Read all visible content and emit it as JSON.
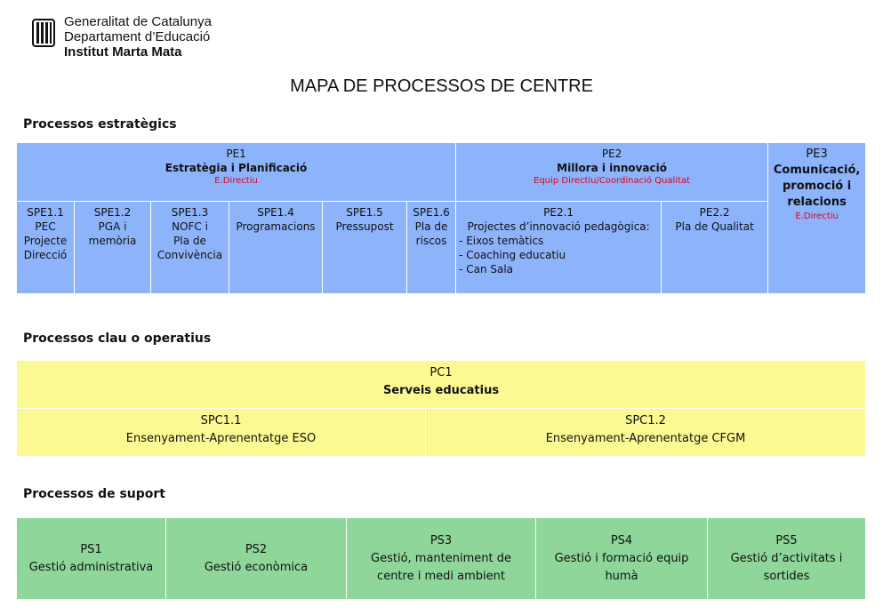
{
  "header": {
    "org_line1": "Generalitat de Catalunya",
    "org_line2": "Departament d’Educació",
    "org_line3": "Institut Marta Mata",
    "logo_icon": "generalitat-logo-icon"
  },
  "title": "MAPA DE PROCESSOS DE CENTRE",
  "colors": {
    "strategic": "#8db3fb",
    "key": "#fbfa92",
    "support": "#8ed69a",
    "responsible": "#e0001b"
  },
  "strategic": {
    "label": "Processos estratègics",
    "pe1": {
      "code": "PE1",
      "name": "Estratègia i Planificació",
      "owner": "E.Directiu"
    },
    "pe2": {
      "code": "PE2",
      "name": "Millora i innovació",
      "owner": "Equip Directiu/Coordinació Qualitat"
    },
    "pe3": {
      "code": "PE3",
      "name_line1": "Comunicació,",
      "name_line2": "promoció i",
      "name_line3": "relacions",
      "owner": "E.Directiu"
    },
    "spe1_1": {
      "code": "SPE1.1",
      "l1": "PEC",
      "l2": "Projecte",
      "l3": "Direcció"
    },
    "spe1_2": {
      "code": "SPE1.2",
      "l1": "PGA i",
      "l2": "memòria"
    },
    "spe1_3": {
      "code": "SPE1.3",
      "l1": "NOFC i",
      "l2": "Pla de",
      "l3": "Convivència"
    },
    "spe1_4": {
      "code": "SPE1.4",
      "l1": "Programacions"
    },
    "spe1_5": {
      "code": "SPE1.5",
      "l1": "Pressupost"
    },
    "spe1_6": {
      "code": "SPE1.6",
      "l1": "Pla de",
      "l2": "riscos"
    },
    "pe2_1": {
      "code": "PE2.1",
      "intro": "Projectes d’innovació pedagògica:",
      "items": [
        "- Eixos temàtics",
        "- Coaching educatiu",
        "- Can Sala"
      ]
    },
    "pe2_2": {
      "code": "PE2.2",
      "name": "Pla de Qualitat"
    }
  },
  "key": {
    "label": "Processos clau o operatius",
    "pc1": {
      "code": "PC1",
      "name": "Serveis educatius"
    },
    "spc1_1": {
      "code": "SPC1.1",
      "name": "Ensenyament-Aprenentatge ESO"
    },
    "spc1_2": {
      "code": "SPC1.2",
      "name": "Ensenyament-Aprenentatge CFGM"
    }
  },
  "support": {
    "label": "Processos de suport",
    "ps1": {
      "code": "PS1",
      "l1": "Gestió administrativa"
    },
    "ps2": {
      "code": "PS2",
      "l1": "Gestió econòmica"
    },
    "ps3": {
      "code": "PS3",
      "l1": "Gestió, manteniment de",
      "l2": "centre i medi ambient"
    },
    "ps4": {
      "code": "PS4",
      "l1": "Gestió i formació equip",
      "l2": "humà"
    },
    "ps5": {
      "code": "PS5",
      "l1": "Gestió d’activitats i",
      "l2": "sortides"
    }
  }
}
